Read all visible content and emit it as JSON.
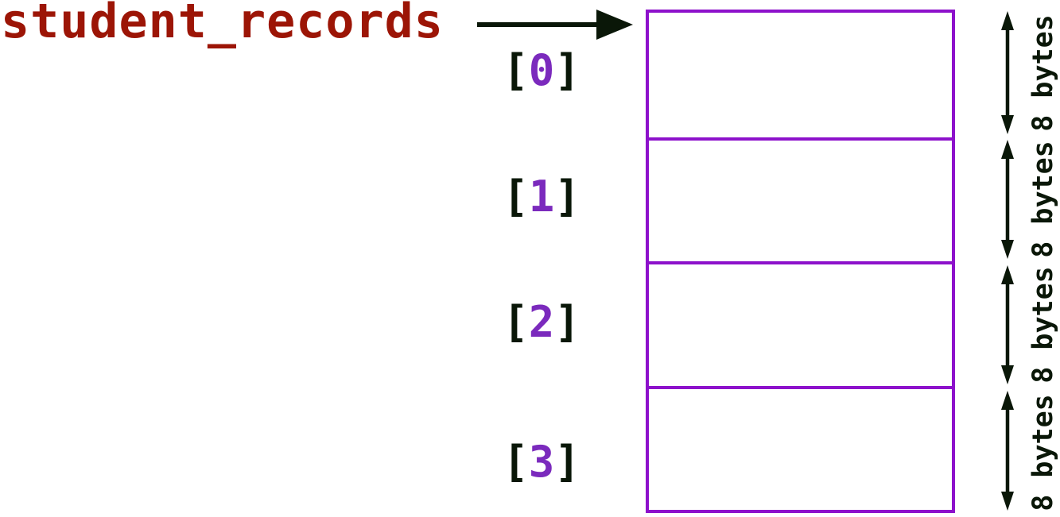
{
  "title": "student_records",
  "array": {
    "element_count": 4,
    "rows": [
      {
        "index_open": "[",
        "index_digit": "0",
        "index_close": "]",
        "size_label": "8 bytes",
        "value": ""
      },
      {
        "index_open": "[",
        "index_digit": "1",
        "index_close": "]",
        "size_label": "8 bytes",
        "value": ""
      },
      {
        "index_open": "[",
        "index_digit": "2",
        "index_close": "]",
        "size_label": "8 bytes",
        "value": ""
      },
      {
        "index_open": "[",
        "index_digit": "3",
        "index_close": "]",
        "size_label": "8 bytes",
        "value": ""
      }
    ]
  },
  "colors": {
    "title": "#9c1506",
    "index_digit": "#7b2abd",
    "box_border": "#8d11cb",
    "ink": "#0a1708",
    "background": "#ffffff"
  }
}
